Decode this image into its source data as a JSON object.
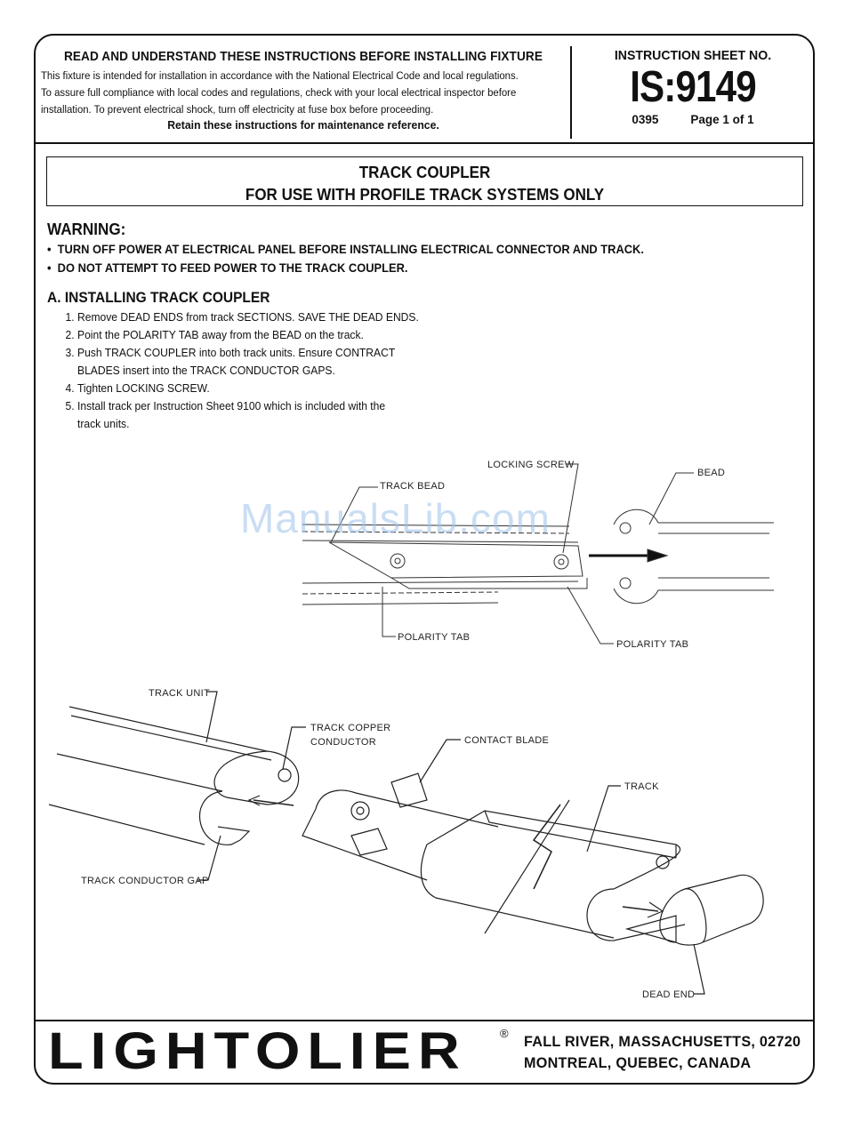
{
  "header": {
    "heading": "READ AND UNDERSTAND THESE INSTRUCTIONS BEFORE INSTALLING FIXTURE",
    "lines": [
      "This fixture is intended for installation in accordance with the National Electrical Code and local regulations.",
      "To assure full compliance with local codes and regulations, check with your local electrical inspector before",
      "installation.  To prevent electrical shock, turn off  electricity at fuse box before proceeding."
    ],
    "retain": "Retain these instructions for maintenance reference.",
    "sheet_label": "INSTRUCTION SHEET NO.",
    "sheet_number": "IS:9149",
    "date_code": "0395",
    "page": "Page 1 of 1"
  },
  "title": {
    "line1": "TRACK COUPLER",
    "line2": "FOR USE WITH PROFILE TRACK SYSTEMS ONLY"
  },
  "warning": {
    "heading": "WARNING:",
    "items": [
      "TURN OFF POWER AT ELECTRICAL PANEL BEFORE INSTALLING ELECTRICAL CONNECTOR AND TRACK.",
      "DO NOT ATTEMPT TO FEED POWER TO THE TRACK COUPLER."
    ]
  },
  "section": {
    "heading": "A. INSTALLING TRACK COUPLER",
    "steps": [
      [
        "Remove DEAD ENDS from track SECTIONS. SAVE THE DEAD ENDS."
      ],
      [
        "Point the POLARITY TAB away from the BEAD on the track."
      ],
      [
        "Push TRACK COUPLER into both track units. Ensure CONTRACT",
        "BLADES insert into the TRACK CONDUCTOR GAPS."
      ],
      [
        "Tighten LOCKING SCREW."
      ],
      [
        "Install track per Instruction Sheet 9100 which is included with the",
        "track units."
      ]
    ]
  },
  "diagram_top": {
    "labels": {
      "track_bead": "TRACK BEAD",
      "locking_screw": "LOCKING SCREW",
      "bead": "BEAD",
      "polarity_tab_left": "POLARITY TAB",
      "polarity_tab_right": "POLARITY TAB"
    }
  },
  "diagram_bottom": {
    "labels": {
      "track_unit": "TRACK UNIT",
      "track_copper_conductor_1": "TRACK COPPER",
      "track_copper_conductor_2": "CONDUCTOR",
      "contact_blade": "CONTACT BLADE",
      "track": "TRACK",
      "track_conductor_gap": "TRACK CONDUCTOR GAP",
      "dead_end": "DEAD END"
    }
  },
  "watermark": "ManualsLib.com",
  "footer": {
    "logo": "LIGHTOLIER",
    "registered": "®",
    "address_line1": "FALL RIVER, MASSACHUSETTS, 02720",
    "address_line2": "MONTREAL,  QUEBEC,  CANADA"
  }
}
